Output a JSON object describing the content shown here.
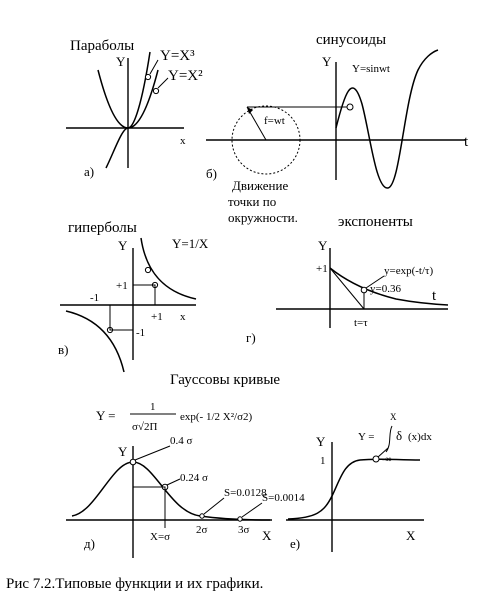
{
  "caption": "Рис 7.2.Типовые функции и их графики.",
  "panel_a": {
    "title": "Параболы",
    "y_axis": "Y",
    "x_axis": "x",
    "curve_cubic": "Y=X³",
    "curve_square": "Y=X²",
    "letter": "а)"
  },
  "panel_b": {
    "title": "синусоиды",
    "y_axis": "Y",
    "t_axis": "t",
    "curve": "Y=sinwt",
    "angle": "f=wt",
    "note_line1": "Движение",
    "note_line2": "точки по",
    "note_line3": "окружности.",
    "letter": "б)"
  },
  "panel_v": {
    "title": "гиперболы",
    "y_axis": "Y",
    "x_axis": "x",
    "curve": "Y=1/X",
    "tick_y_pos": "+1",
    "tick_y_neg": "-1",
    "tick_x_pos": "+1",
    "tick_x_neg": "-1",
    "letter": "в)"
  },
  "panel_g": {
    "title": "экспоненты",
    "y_axis": "Y",
    "t_axis": "t",
    "tick_y": "+1",
    "curve": "y=exp(-t/τ)",
    "value": "y=0.36",
    "t_mark": "t=τ",
    "letter": "г)"
  },
  "panel_d": {
    "title": "Гауссовы кривые",
    "formula_lhs": "Y =",
    "formula_num": "1",
    "formula_den": "σ√2Π",
    "formula_exp": "exp(- 1/2 X²/σ2)",
    "y_axis": "Y",
    "x_axis": "X",
    "peak_label": "0.4 σ",
    "mid_label": "0.24 σ",
    "area_1": "S=0.0128",
    "area_2": "S=0.0014",
    "tick_2s": "2σ",
    "tick_3s": "3σ",
    "tick_x1": "X=σ",
    "letter": "д)"
  },
  "panel_e": {
    "y_axis": "Y",
    "x_axis": "X",
    "tick_y": "1",
    "formula_lhs": "Y =",
    "integral_upper": "X",
    "integral_lower": "-∞",
    "integrand": "(x)dx",
    "letter": "е)"
  }
}
